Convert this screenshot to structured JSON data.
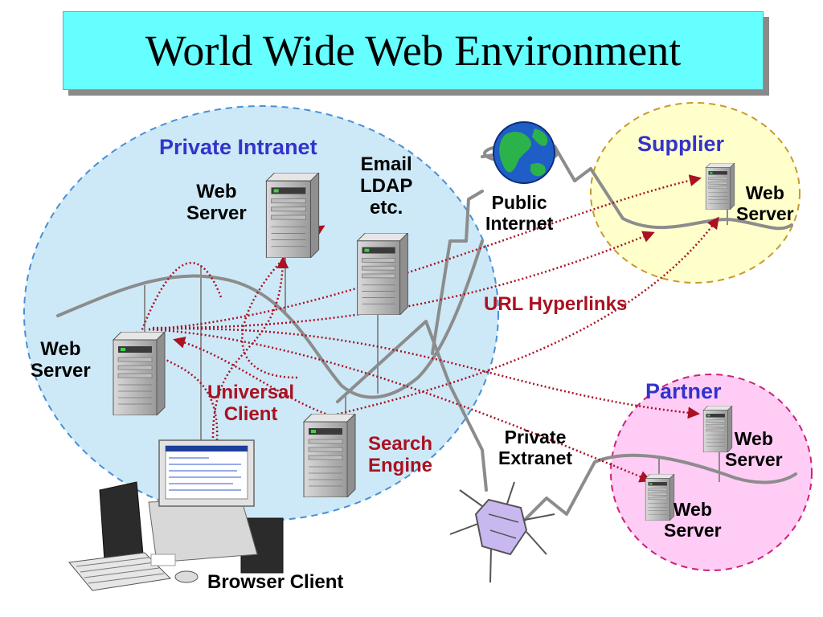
{
  "title": "World Wide Web Environment",
  "zones": {
    "intranet": "Private Intranet",
    "supplier": "Supplier",
    "partner": "Partner"
  },
  "labels": {
    "intranet_web_server_top": "Web\nServer",
    "intranet_web_server_left": "Web\nServer",
    "email_ldap": "Email\nLDAP\netc.",
    "universal_client": "Universal\nClient",
    "search_engine": "Search\nEngine",
    "browser_client": "Browser Client",
    "public_internet": "Public\nInternet",
    "private_extranet": "Private\nExtranet",
    "url_hyperlinks": "URL Hyperlinks",
    "supplier_web_server": "Web\nServer",
    "partner_web_server_1": "Web\nServer",
    "partner_web_server_2": "Web\nServer"
  },
  "colors": {
    "intranet_fill": "#cde9f7",
    "intranet_border": "#4a8fd6",
    "supplier_fill": "#ffffcc",
    "supplier_border": "#c99a2e",
    "partner_fill": "#ffccf5",
    "partner_border": "#cc2277",
    "hyperlink": "#aa1122",
    "network_line": "#8c8c8c",
    "title_bg": "#66ffff"
  },
  "icons": [
    "globe-icon",
    "satellite-icon",
    "server-tower-icon",
    "desktop-computer-icon"
  ]
}
